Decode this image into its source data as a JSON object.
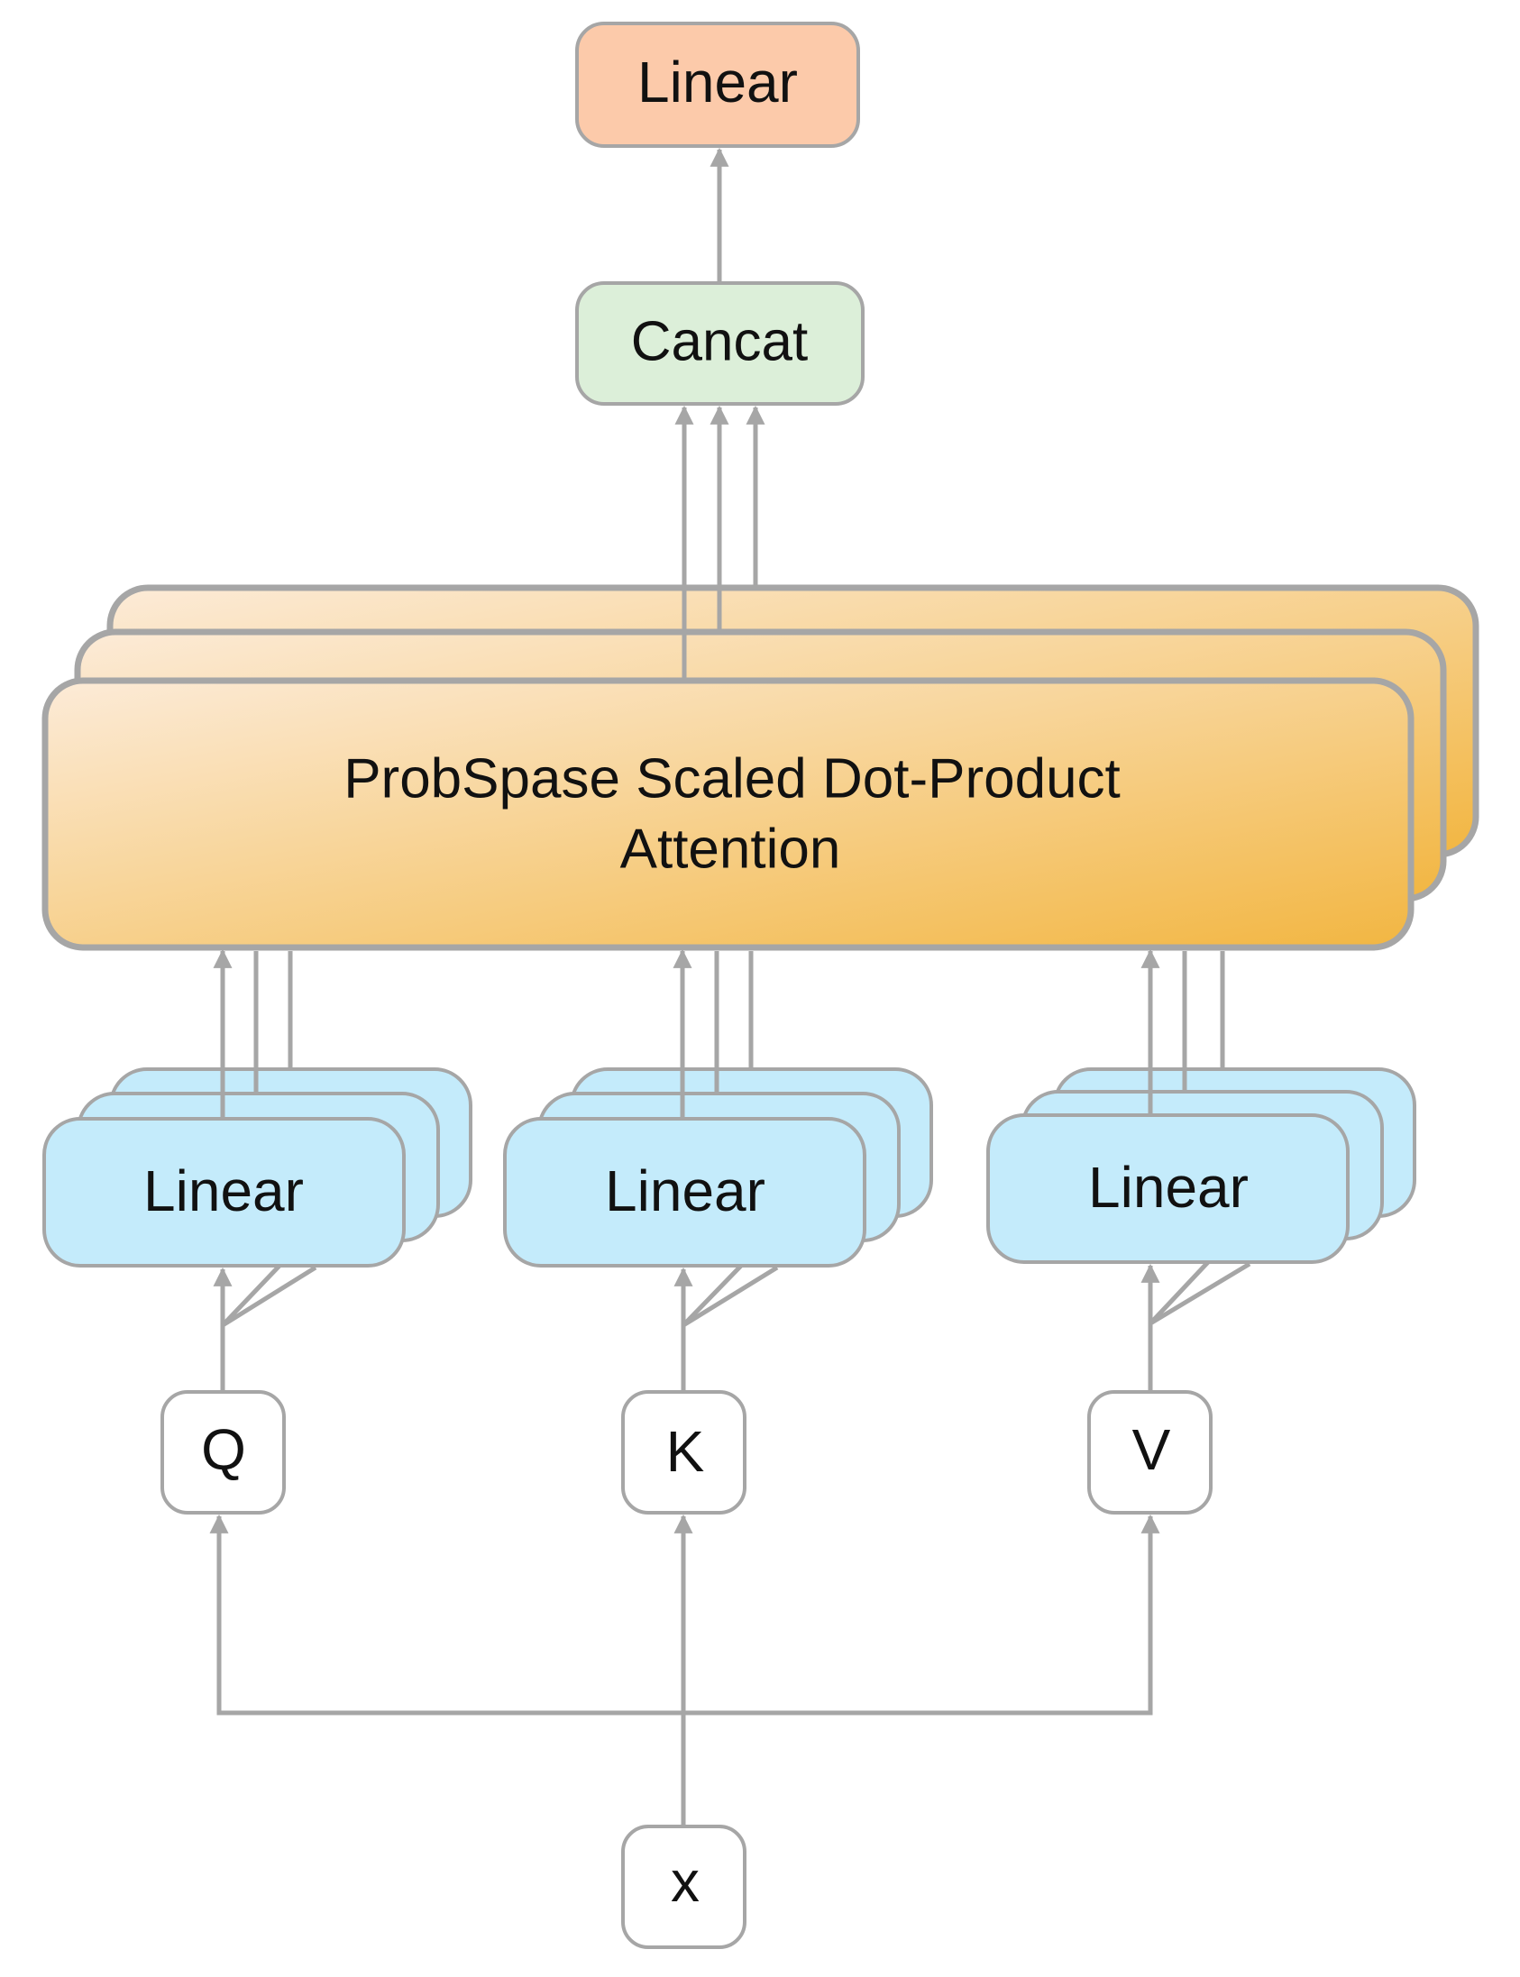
{
  "colors": {
    "line": "#a6a6a6",
    "top_linear_fill": "#fccaaa",
    "concat_fill": "#dcefd9",
    "linear_fill": "#c4ebfb",
    "attention_fill_start": "#fcebd8",
    "attention_fill_end": "#f2b642",
    "input_fill": "#ffffff"
  },
  "nodes": {
    "top_linear": "Linear",
    "concat": "Cancat",
    "attention_line1": "ProbSpase Scaled Dot-Product",
    "attention_line2": "Attention",
    "linear_q": "Linear",
    "linear_k": "Linear",
    "linear_v": "Linear",
    "input_q": "Q",
    "input_k": "K",
    "input_v": "V",
    "input_x": "x"
  }
}
